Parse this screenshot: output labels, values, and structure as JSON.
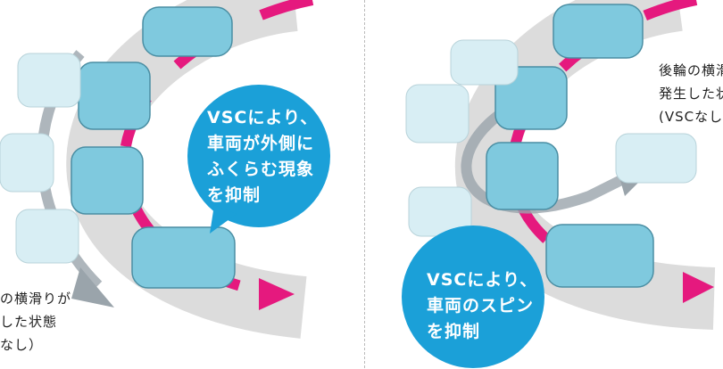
{
  "left_panel": {
    "bubble_lines": [
      "VSCにより、",
      "車両が外側に",
      "ふくらむ現象",
      "を抑制"
    ],
    "note_lines": [
      "の横滑りが",
      "した状態",
      "なし）"
    ]
  },
  "right_panel": {
    "bubble_lines": [
      "VSCにより、",
      "車両のスピン",
      "を抑制"
    ],
    "note_lines": [
      "後輪の横滑",
      "発生した状",
      "(VSCなし"
    ]
  },
  "colors": {
    "bubble": "#1ba0d8",
    "lane": "#e5197e",
    "road": "#d9d9d9",
    "arrow": "#9aa4ab",
    "car": "#7fc9de"
  }
}
